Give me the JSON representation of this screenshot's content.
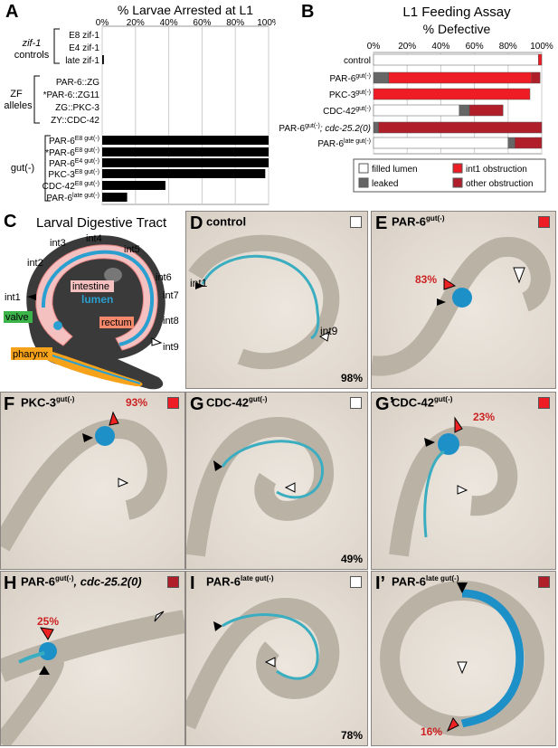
{
  "panel_letters": {
    "A": "A",
    "B": "B",
    "C": "C",
    "D": "D",
    "E": "E",
    "F": "F",
    "G": "G",
    "G2": "G’",
    "H": "H",
    "I": "I",
    "I2": "I’"
  },
  "chart_data": [
    {
      "type": "bar",
      "title": "% Larvae Arrested at L1",
      "xlim": [
        0,
        100
      ],
      "ticks": [
        "0%",
        "20%",
        "40%",
        "60%",
        "80%",
        "100%"
      ],
      "group_labels": {
        "controls": [
          "zif-1",
          "controls"
        ],
        "zf": [
          "ZF",
          "alleles"
        ],
        "gut": "gut(-)"
      },
      "categories": [
        {
          "label": "E8 zif-1",
          "base": "E8 zif-1",
          "sup": "",
          "value": 0
        },
        {
          "label": "E4 zif-1",
          "base": "E4 zif-1",
          "sup": "",
          "value": 0
        },
        {
          "label": "late zif-1",
          "base": "late zif-1",
          "sup": "",
          "value": 1
        },
        {
          "label": "PAR-6::ZG",
          "base": "PAR-6::ZG",
          "sup": "",
          "value": 0
        },
        {
          "label": "*PAR-6::ZG11",
          "base": "*PAR-6::ZG11",
          "sup": "",
          "value": 0
        },
        {
          "label": "ZG::PKC-3",
          "base": "ZG::PKC-3",
          "sup": "",
          "value": 0
        },
        {
          "label": "ZY::CDC-42",
          "base": "ZY::CDC-42",
          "sup": "",
          "value": 0
        },
        {
          "label": "PAR-6 E8 gut(-)",
          "base": "PAR-6",
          "sup": "E8 gut(-)",
          "value": 100
        },
        {
          "label": "*PAR-6 E8 gut(-)",
          "base": "*PAR-6",
          "sup": "E8 gut(-)",
          "value": 100
        },
        {
          "label": "PAR-6 E4 gut(-)",
          "base": "PAR-6",
          "sup": "E4 gut(-)",
          "value": 100
        },
        {
          "label": "PKC-3 E8 gut(-)",
          "base": "PKC-3",
          "sup": "E8 gut(-)",
          "value": 98
        },
        {
          "label": "CDC-42 E8 gut(-)",
          "base": "CDC-42",
          "sup": "E8 gut(-)",
          "value": 38
        },
        {
          "label": "PAR-6 late gut(-)",
          "base": "PAR-6",
          "sup": "late gut(-)",
          "value": 15
        }
      ]
    },
    {
      "type": "bar",
      "stacked": true,
      "title": "L1 Feeding Assay",
      "subtitle": "% Defective",
      "xlim": [
        0,
        100
      ],
      "ticks": [
        "0%",
        "20%",
        "40%",
        "60%",
        "80%",
        "100%"
      ],
      "categories": [
        {
          "base": "control",
          "sup": "",
          "suffix": ""
        },
        {
          "base": "PAR-6",
          "sup": "gut(-)",
          "suffix": ""
        },
        {
          "base": "PKC-3",
          "sup": "gut(-)",
          "suffix": ""
        },
        {
          "base": "CDC-42",
          "sup": "gut(-)",
          "suffix": ""
        },
        {
          "base": "PAR-6",
          "sup": "gut(-)",
          "suffix": "; cdc-25.2(0)"
        },
        {
          "base": "PAR-6",
          "sup": "late gut(-)",
          "suffix": ""
        }
      ],
      "series": [
        {
          "name": "filled lumen",
          "color": "#ffffff",
          "values": [
            98,
            0,
            0,
            51,
            0,
            80
          ]
        },
        {
          "name": "leaked",
          "color": "#666666",
          "values": [
            0,
            9,
            0,
            6,
            3,
            4
          ]
        },
        {
          "name": "int1 obstruction",
          "color": "#ee1c24",
          "values": [
            2,
            85,
            93,
            0,
            0,
            0
          ]
        },
        {
          "name": "other obstruction",
          "color": "#b01e2a",
          "values": [
            0,
            5,
            0,
            20,
            97,
            16
          ]
        }
      ],
      "legend": "bottom"
    }
  ],
  "panelC": {
    "title": "Larval Digestive Tract",
    "labels": {
      "int1": "int1",
      "int2": "int2",
      "int3": "int3",
      "int4": "int4",
      "int5": "int5",
      "int6": "int6",
      "int7": "int7",
      "int8": "int8",
      "int9": "int9",
      "intestine": "intestine",
      "lumen": "lumen",
      "valve": "valve",
      "rectum": "rectum",
      "pharynx": "pharynx"
    }
  },
  "micrographs": {
    "D": {
      "base": "control",
      "sup": "",
      "suffix": "",
      "box": "#ffffff",
      "pct": "98%",
      "int1": "int1",
      "int9": "int9"
    },
    "E": {
      "base": "PAR-6",
      "sup": "gut(-)",
      "suffix": "",
      "box": "#ee1c24",
      "red": "83%"
    },
    "F": {
      "base": "PKC-3",
      "sup": "gut(-)",
      "suffix": "",
      "box": "#ee1c24",
      "red": "93%"
    },
    "G": {
      "base": "CDC-42",
      "sup": "gut(-)",
      "suffix": "",
      "box": "#ffffff",
      "pct": "49%"
    },
    "G2": {
      "base": "CDC-42",
      "sup": "gut(-)",
      "suffix": "",
      "box": "#ee1c24",
      "red": "23%"
    },
    "H": {
      "base": "PAR-6",
      "sup": "gut(-)",
      "suffix": ", cdc-25.2(0)",
      "box": "#b01e2a",
      "red": "25%"
    },
    "I": {
      "base": "PAR-6",
      "sup": "late gut(-)",
      "suffix": "",
      "box": "#ffffff",
      "pct": "78%"
    },
    "I2": {
      "base": "PAR-6",
      "sup": "late gut(-)",
      "suffix": "",
      "box": "#b01e2a",
      "red": "16%"
    }
  }
}
